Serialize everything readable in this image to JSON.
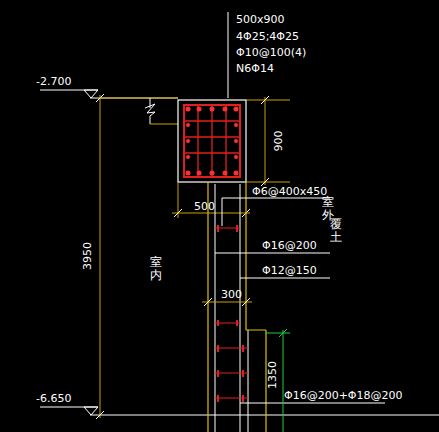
{
  "diagram": {
    "labels": [
      "500x900",
      "4Φ25;4Φ25",
      "Φ10@100(4)",
      "N6Φ14",
      "-2.700",
      "900",
      "3950",
      "室内",
      "500",
      "Φ6@400x450",
      "室外",
      "覆土",
      "Φ16@200",
      "Φ12@150",
      "300",
      "1350",
      "Φ16@200+Φ18@200",
      "-6.650"
    ]
  }
}
